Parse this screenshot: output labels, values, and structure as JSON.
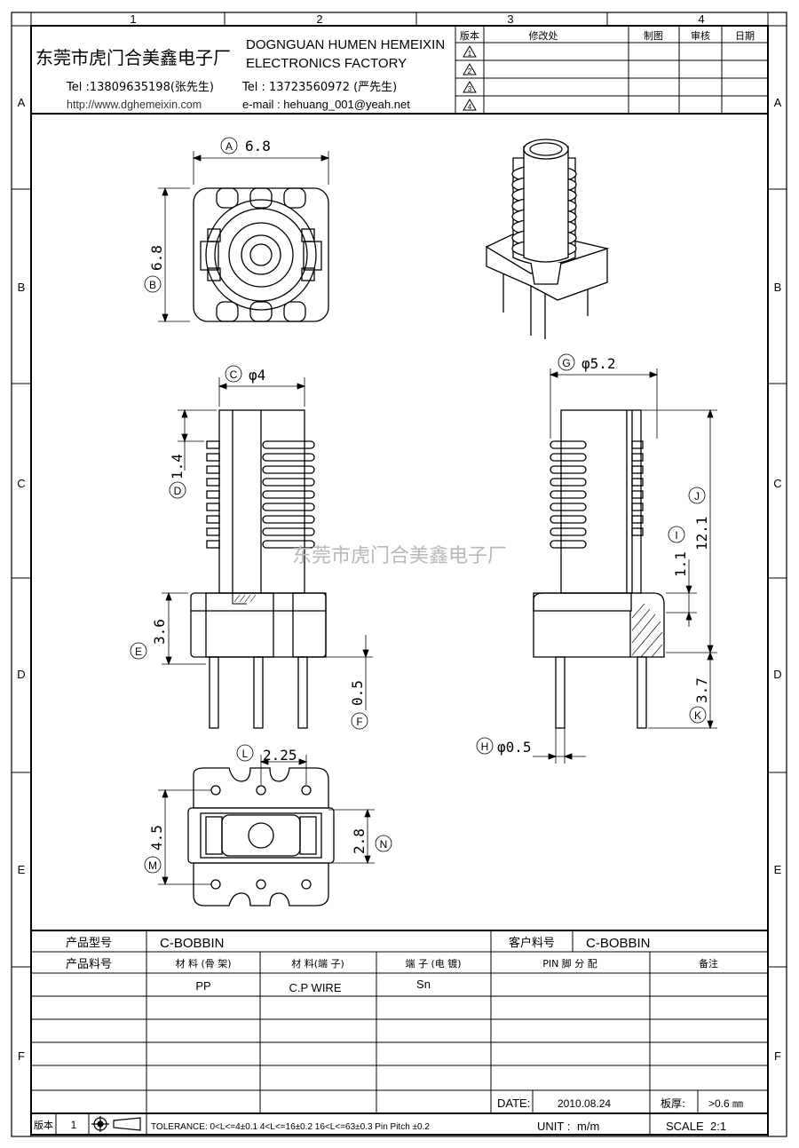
{
  "grid": {
    "columns": [
      "1",
      "2",
      "3",
      "4"
    ],
    "rows": [
      "A",
      "B",
      "C",
      "D",
      "E",
      "F"
    ]
  },
  "company": {
    "name_cn": "东莞市虎门合美鑫电子厂",
    "name_en_line1": "DOGNGUAN HUMEN HEMEIXIN",
    "name_en_line2": "ELECTRONICS FACTORY",
    "tel1": "Tel :13809635198(张先生)",
    "tel2": "Tel : 13723560972 (严先生)",
    "website": "http://www.dghemeixin.com",
    "email": "e-mail : hehuang_001@yeah.net"
  },
  "revision_table": {
    "headers": [
      "版本",
      "修改处",
      "制图",
      "审核",
      "日期"
    ],
    "rows": [
      "1",
      "2",
      "3",
      "4"
    ]
  },
  "dimensions": {
    "A": {
      "letter": "A",
      "value": "6.8"
    },
    "B": {
      "letter": "B",
      "value": "6.8"
    },
    "C": {
      "letter": "C",
      "value": "φ4"
    },
    "D": {
      "letter": "D",
      "value": "1.4"
    },
    "E": {
      "letter": "E",
      "value": "3.6"
    },
    "F": {
      "letter": "F",
      "value": "0.5"
    },
    "G": {
      "letter": "G",
      "value": "φ5.2"
    },
    "H": {
      "letter": "H",
      "value": "φ0.5"
    },
    "I": {
      "letter": "I",
      "value": "1.1"
    },
    "J": {
      "letter": "J",
      "value": "12.1"
    },
    "K": {
      "letter": "K",
      "value": "3.7"
    },
    "L": {
      "letter": "L",
      "value": "2.25"
    },
    "M": {
      "letter": "M",
      "value": "4.5"
    },
    "N": {
      "letter": "N",
      "value": "2.8"
    }
  },
  "watermark": "东莞市虎门合美鑫电子厂",
  "title_block": {
    "product_model_label": "产品型号",
    "product_model_value": "C-BOBBIN",
    "customer_part_label": "客户料号",
    "customer_part_value": "C-BOBBIN",
    "product_part_label": "产品料号",
    "headers": [
      "材 料 (骨 架)",
      "材 料(端 子)",
      "端 子 (电 镀)",
      "PIN 脚 分 配",
      "备注"
    ],
    "values": [
      "PP",
      "C.P WIRE",
      "Sn"
    ],
    "date_label": "DATE:",
    "date_value": "2010.08.24",
    "thickness_label": "板厚:",
    "thickness_value": ">0.6 ㎜",
    "unit_label": "UNIT :",
    "unit_value": "m/m",
    "scale_label": "SCALE",
    "scale_value": "2:1",
    "version_label": "版本",
    "version_value": "1",
    "tolerance": "TOLERANCE:  0<L<=4±0.1  4<L<=16±0.2  16<L<=63±0.3  Pin Pitch  ±0.2"
  }
}
